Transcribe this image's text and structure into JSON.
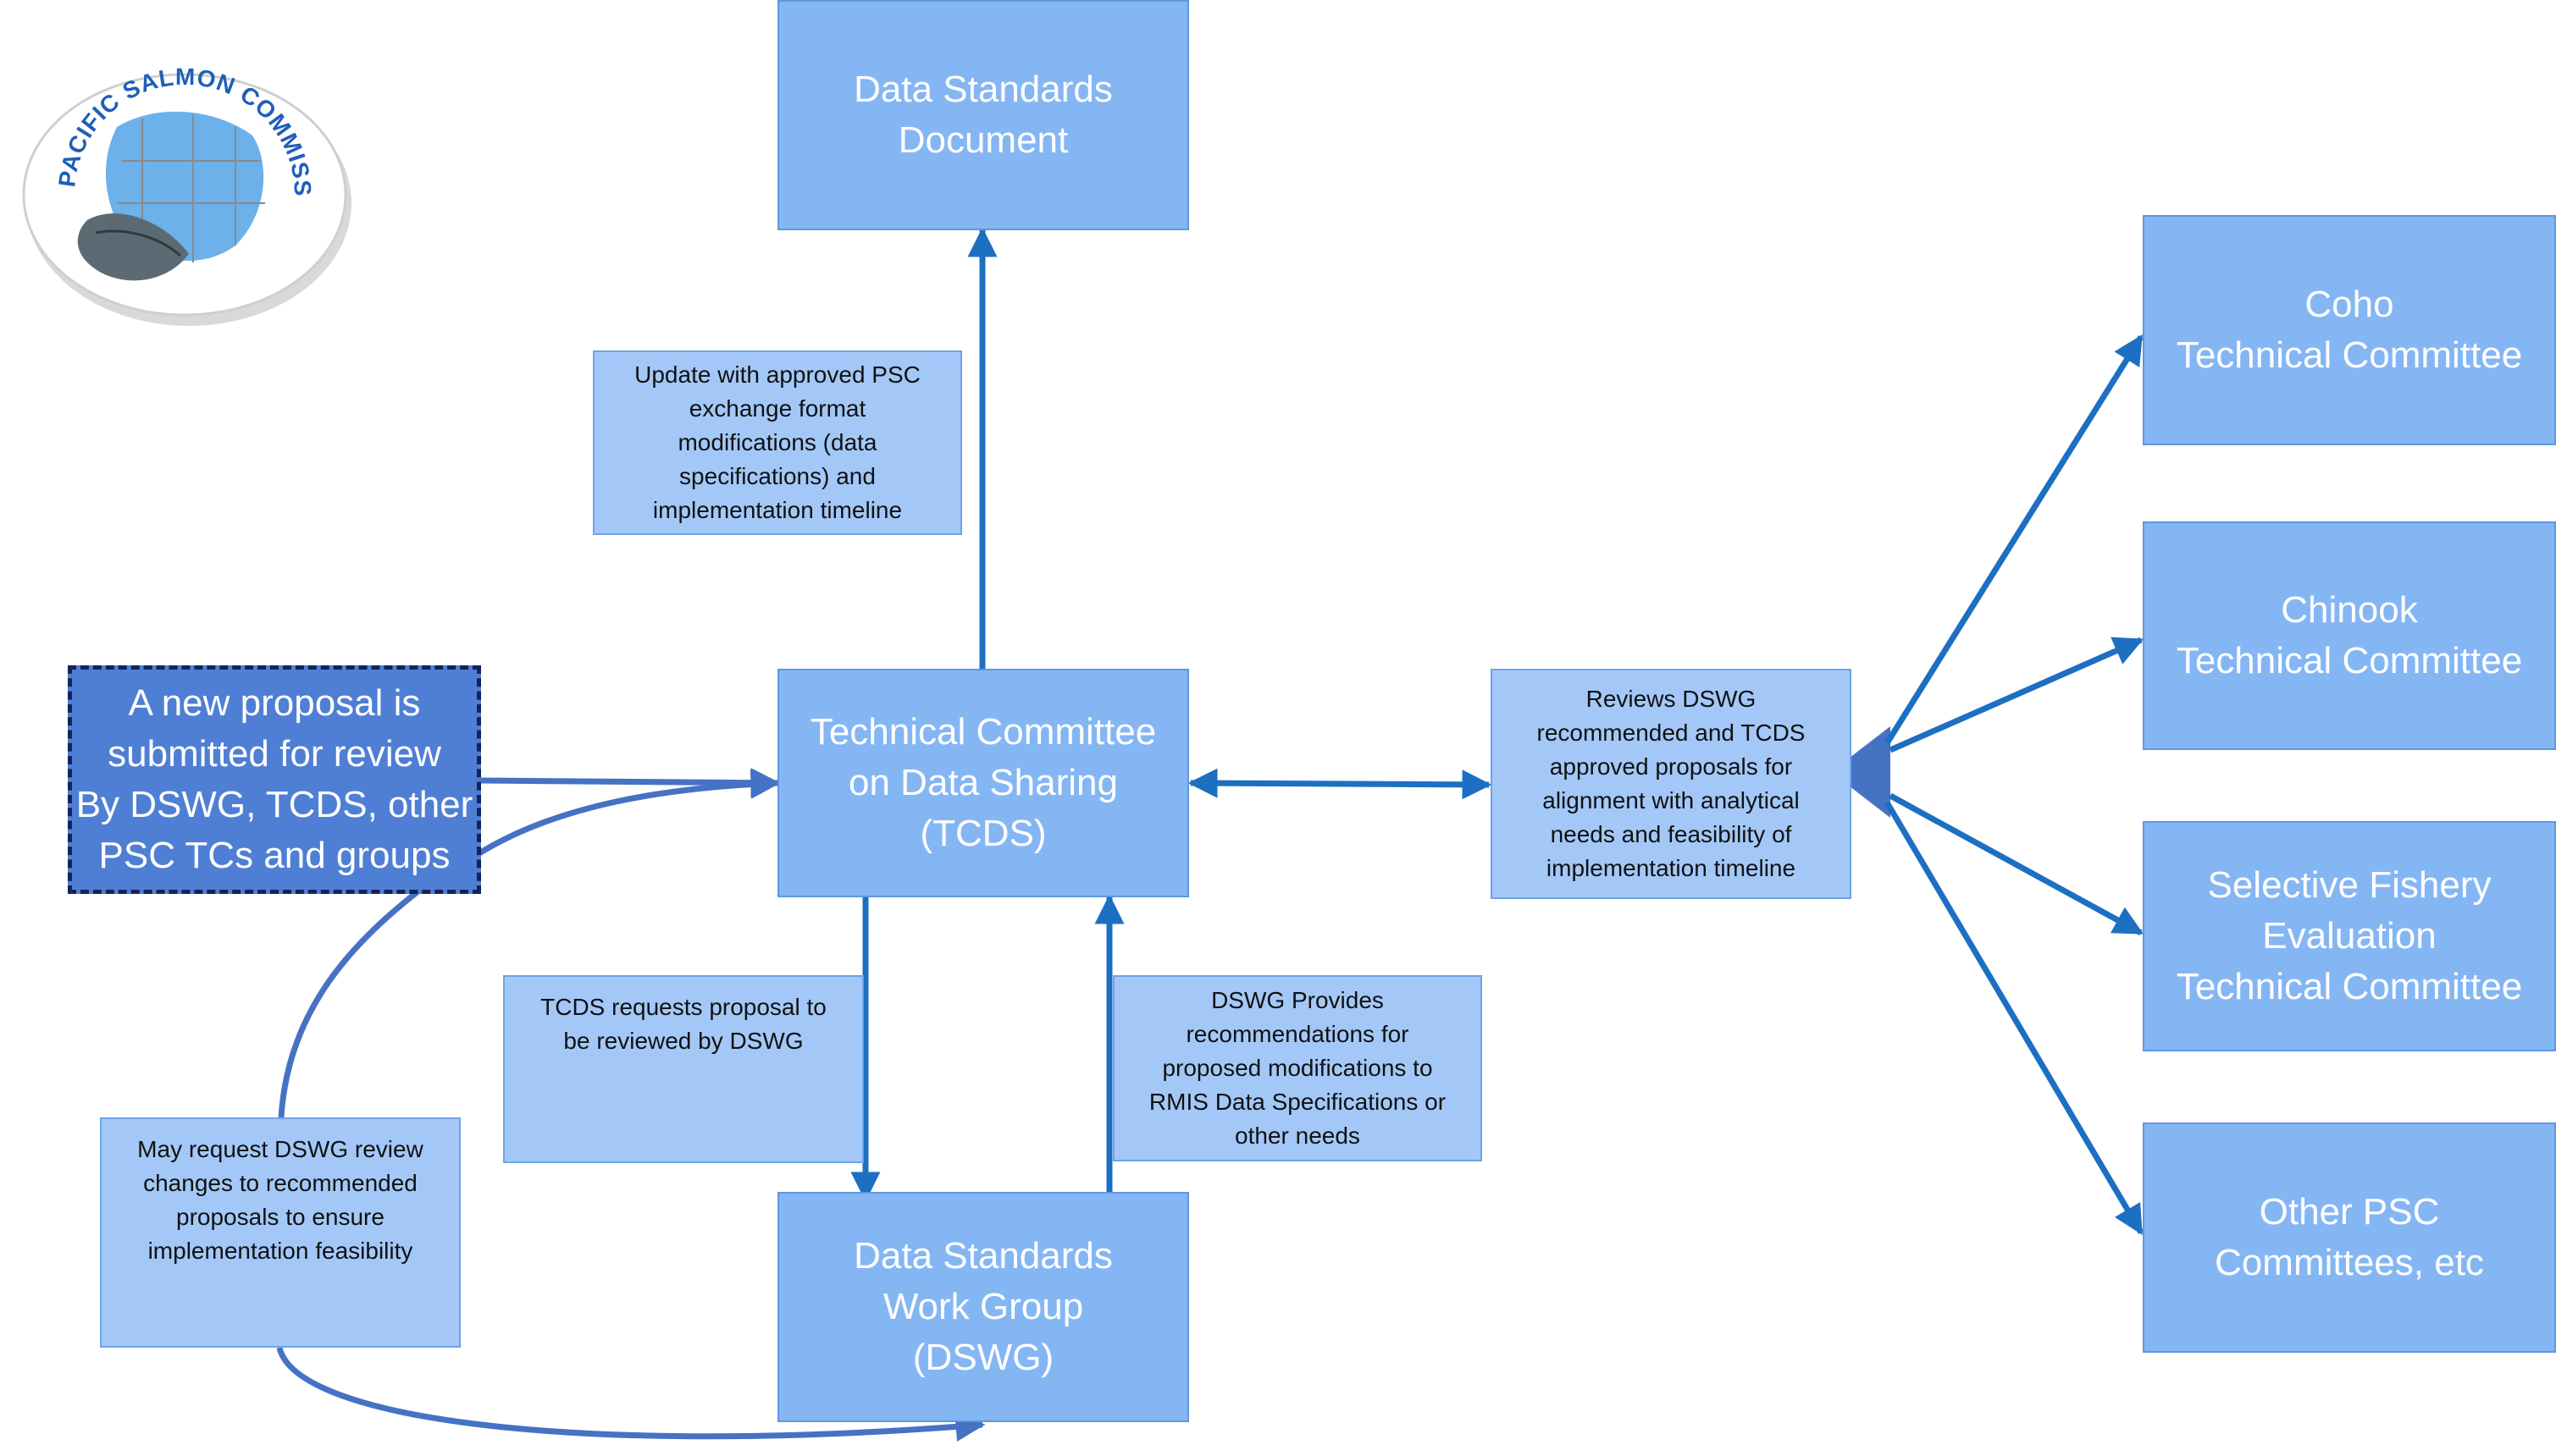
{
  "logo": {
    "text": "PACIFIC SALMON COMMISSION"
  },
  "boxes": {
    "data_standards_doc": "Data Standards\nDocument",
    "tcds": "Technical Committee\non Data Sharing\n(TCDS)",
    "dswg": "Data Standards\nWork Group\n(DSWG)",
    "proposal": "A new proposal is\nsubmitted for review\nBy DSWG, TCDS, other\nPSC TCs and groups",
    "coho": "Coho\nTechnical Committee",
    "chinook": "Chinook\nTechnical Committee",
    "selective": "Selective Fishery\nEvaluation\nTechnical Committee",
    "other": "Other PSC\nCommittees, etc"
  },
  "notes": {
    "update": "Update with approved PSC\nexchange format\nmodifications (data\nspecifications) and\nimplementation timeline",
    "reviews": "Reviews DSWG\nrecommended and TCDS\napproved proposals for\nalignment with analytical\nneeds and feasibility of\nimplementation timeline",
    "tcds_requests": "TCDS requests proposal to\nbe reviewed by DSWG",
    "dswg_provides": "DSWG Provides\nrecommendations for\nproposed modifications to\nRMIS Data Specifications or\nother needs",
    "may_request": "May request DSWG review\nchanges to recommended\nproposals to ensure\nimplementation feasibility"
  },
  "colors": {
    "main_box": "#85b6f4",
    "note_box": "#a3c8f8",
    "proposal_box": "#4f7fd4",
    "arrow_main": "#1d6fc2",
    "arrow_curve": "#4672c4"
  }
}
